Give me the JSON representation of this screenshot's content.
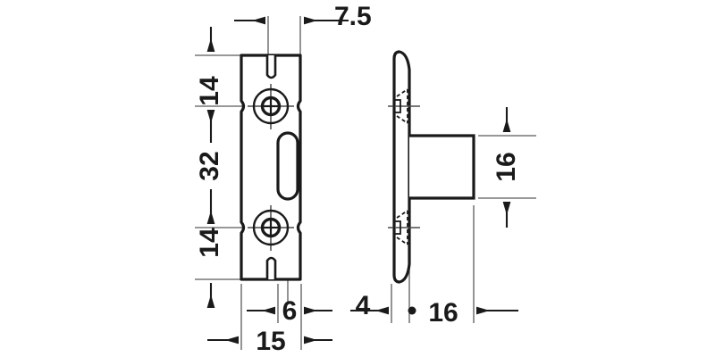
{
  "drawing": {
    "type": "technical-dimension-drawing",
    "subject": "Cabinet hanger bracket / mounting plate",
    "background_color": "#ffffff",
    "line_color": "#1a1a1a",
    "thin_line_color": "#555555",
    "units": "mm",
    "views": [
      {
        "name": "front-view",
        "label": "",
        "description": "Rectangular mounting plate with two countersunk screw holes, central oblong slot and small edge notches"
      },
      {
        "name": "side-view",
        "label": "",
        "description": "Thin vertical plate with tapered ends and protruding rectangular boss"
      }
    ],
    "dimensions": {
      "top_offset": "7.5",
      "left_top_segment": "14",
      "left_middle_segment": "32",
      "left_bottom_segment": "14",
      "bottom_slot_width": "6",
      "bottom_plate_width": "15",
      "bottom_plate_thickness": "4",
      "bottom_boss_depth": "16",
      "right_boss_height": "16"
    },
    "dimension_list": [
      {
        "id": "dim-7-5",
        "value": "7.5",
        "orientation": "horizontal",
        "location": "top"
      },
      {
        "id": "dim-14-top",
        "value": "14",
        "orientation": "vertical",
        "location": "left"
      },
      {
        "id": "dim-32",
        "value": "32",
        "orientation": "vertical",
        "location": "left"
      },
      {
        "id": "dim-14-bottom",
        "value": "14",
        "orientation": "vertical",
        "location": "left"
      },
      {
        "id": "dim-6",
        "value": "6",
        "orientation": "horizontal",
        "location": "bottom"
      },
      {
        "id": "dim-15",
        "value": "15",
        "orientation": "horizontal",
        "location": "bottom"
      },
      {
        "id": "dim-4",
        "value": "4",
        "orientation": "horizontal",
        "location": "bottom-right"
      },
      {
        "id": "dim-16-bottom",
        "value": "16",
        "orientation": "horizontal",
        "location": "bottom-right"
      },
      {
        "id": "dim-16-right",
        "value": "16",
        "orientation": "vertical",
        "location": "right"
      }
    ]
  }
}
